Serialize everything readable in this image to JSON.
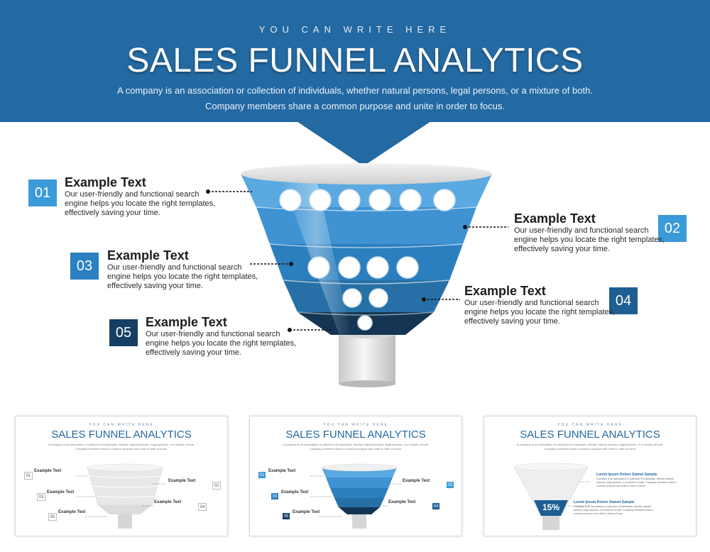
{
  "header": {
    "kicker": "YOU CAN WRITE HERE",
    "title": "SALES FUNNEL ANALYTICS",
    "subtitle": "A company is an association or collection of individuals, whether natural persons, legal persons, or a mixture of both. Company members share a common purpose and unite in order to focus."
  },
  "items": [
    {
      "num": "01",
      "title": "Example Text",
      "body": "Our user-friendly and functional search engine helps you locate the right templates, effectively saving your time."
    },
    {
      "num": "02",
      "title": "Example Text",
      "body": "Our user-friendly and functional search engine helps you locate the right templates, effectively saving your time."
    },
    {
      "num": "03",
      "title": "Example Text",
      "body": "Our user-friendly and functional search engine helps you locate the right templates, effectively saving your time."
    },
    {
      "num": "04",
      "title": "Example Text",
      "body": "Our user-friendly and functional search engine helps you locate the right templates, effectively saving your time."
    },
    {
      "num": "05",
      "title": "Example Text",
      "body": "Our user-friendly and functional search engine helps you locate the right templates, effectively saving your time."
    }
  ],
  "thumbnails": [
    {
      "kicker": "YOU CAN WRITE HERE",
      "title": "SALES FUNNEL ANALYTICS",
      "subtitle": "A company is an association or collection of individuals, whether natural persons, legal persons, or a mixture of both. Company members share a common purpose and unite in order to focus.",
      "items": [
        {
          "num": "01",
          "title": "Example Text"
        },
        {
          "num": "02",
          "title": "Example Text"
        },
        {
          "num": "03",
          "title": "Example Text"
        },
        {
          "num": "04",
          "title": "Example Text"
        },
        {
          "num": "05",
          "title": "Example Text"
        }
      ]
    },
    {
      "kicker": "YOU CAN WRITE HERE",
      "title": "SALES FUNNEL ANALYTICS",
      "subtitle": "A company is an association or collection of individuals, whether natural persons, legal persons, or a mixture of both. Company members share a common purpose and unite in order to focus.",
      "items": [
        {
          "num": "01",
          "title": "Example Text"
        },
        {
          "num": "02",
          "title": "Example Text"
        },
        {
          "num": "03",
          "title": "Example Text"
        },
        {
          "num": "04",
          "title": "Example Text"
        },
        {
          "num": "05",
          "title": "Example Text"
        }
      ]
    },
    {
      "kicker": "YOU CAN WRITE HERE",
      "title": "SALES FUNNEL ANALYTICS",
      "subtitle": "A company is an association or collection of individuals, whether natural persons, legal persons, or a mixture of both. Company members share a common purpose and unite in order to focus.",
      "percent": "15%",
      "percent_value": 15,
      "blocks": [
        {
          "title": "Lorem Ipsum Dolore Siamet Sample",
          "body": "Company is an association or collection of individuals, whether natural persons, legal persons, or a mixture of both. Company members share a common purpose and unite in order to focus."
        },
        {
          "title": "Lorem Ipsum Dolore Siamet Sample",
          "body": "Company is an association or collection of individuals, whether natural persons, legal persons, or a mixture of both. Company members share a common purpose and unite in order to focus."
        }
      ]
    }
  ],
  "colors": {
    "header": "#2369a2",
    "tier1": "#5aa9e0",
    "tier2": "#3f93d3",
    "tier3": "#2c7fbe",
    "tier4": "#2670a7",
    "tier5": "#1b4f7e",
    "tier6": "#143654",
    "num01": "#3b9ad8",
    "num02": "#3b9ad8",
    "num03": "#2a80c0",
    "num04": "#1e5e93",
    "num05": "#153e63"
  }
}
